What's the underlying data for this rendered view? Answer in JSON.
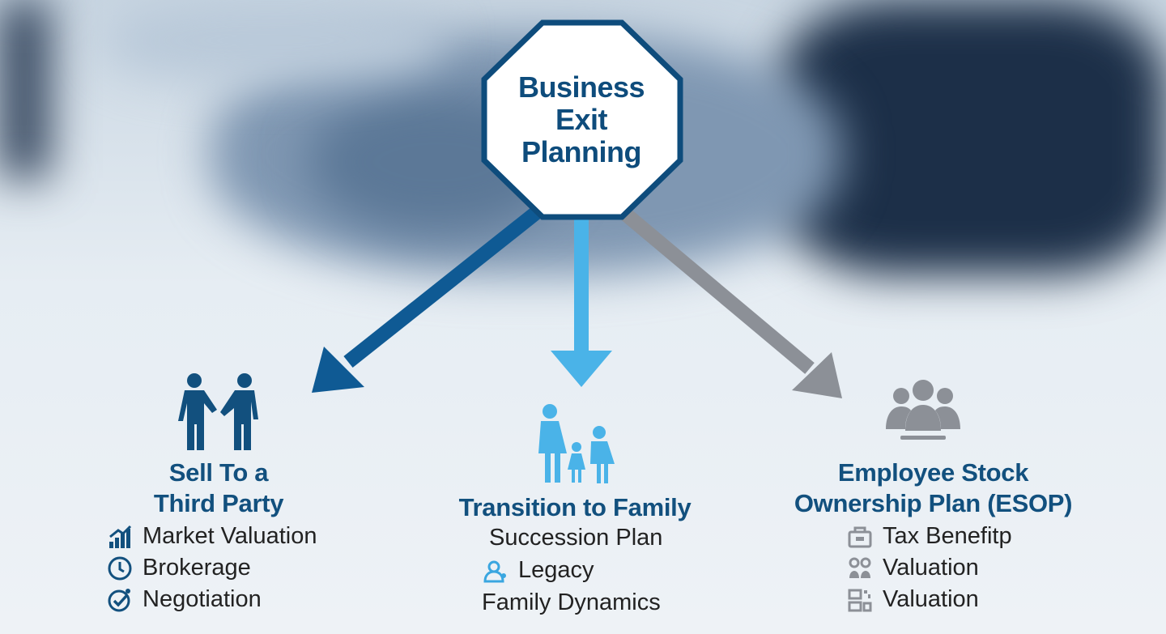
{
  "title": "Business Exit Planning",
  "title_lines": [
    "Business",
    "Exit",
    "Planning"
  ],
  "colors": {
    "navy": "#0e4c7c",
    "left_arrow": "#0f5a94",
    "middle_arrow": "#4ab3e8",
    "right_arrow": "#8c9097",
    "text": "#222222"
  },
  "branches": [
    {
      "heading_lines": [
        "Sell To a",
        "Third Party"
      ],
      "icon": "handshake-people-icon",
      "items": [
        {
          "icon": "chart-icon",
          "label": "Market Valuation"
        },
        {
          "icon": "clock-icon",
          "label": "Brokerage"
        },
        {
          "icon": "check-circle-icon",
          "label": "Negotiation"
        }
      ]
    },
    {
      "heading_lines": [
        "Transition to Family"
      ],
      "icon": "family-icon",
      "items": [
        {
          "icon": "",
          "label": "Succession Plan"
        },
        {
          "icon": "user-icon",
          "label": "Legacy"
        },
        {
          "icon": "",
          "label": "Family Dynamics"
        }
      ]
    },
    {
      "heading_lines": [
        "Employee Stock",
        "Ownership Plan (ESOP)"
      ],
      "icon": "group-icon",
      "items": [
        {
          "icon": "briefcase-icon",
          "label": "Tax Benefitp"
        },
        {
          "icon": "grid-icon",
          "label": "Valuation"
        },
        {
          "icon": "qr-icon",
          "label": "Valuation"
        }
      ]
    }
  ]
}
